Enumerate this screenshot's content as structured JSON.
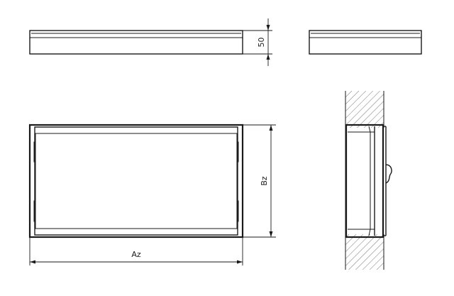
{
  "labels": {
    "depth": "50",
    "height": "Bz",
    "width": "Az"
  }
}
